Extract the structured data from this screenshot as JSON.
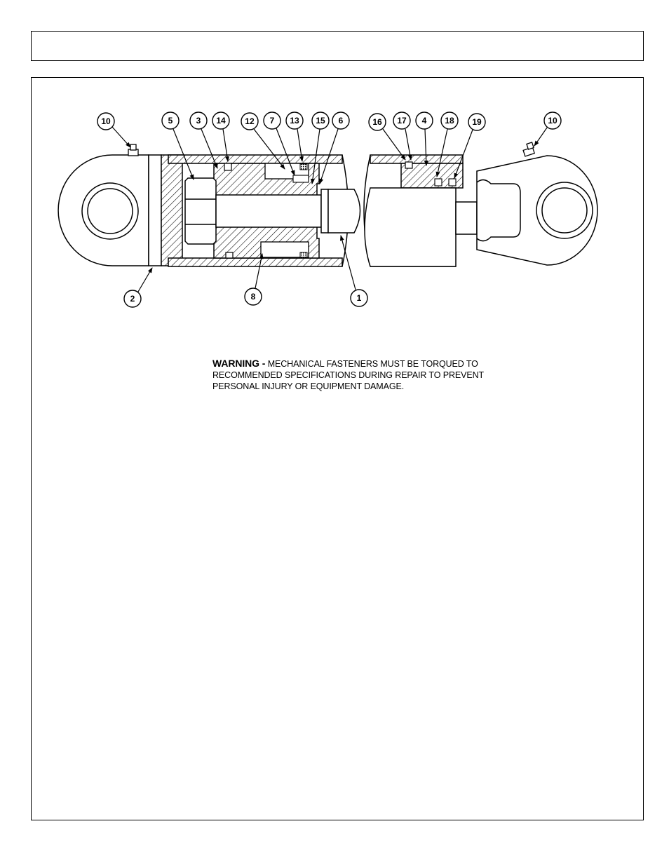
{
  "header": {
    "title": ""
  },
  "diagram": {
    "callouts": {
      "c10a": "10",
      "c5": "5",
      "c3": "3",
      "c14": "14",
      "c12": "12",
      "c7": "7",
      "c13": "13",
      "c15": "15",
      "c6": "6",
      "c16": "16",
      "c17": "17",
      "c4": "4",
      "c18": "18",
      "c19": "19",
      "c10b": "10",
      "c2": "2",
      "c8": "8",
      "c1": "1"
    }
  },
  "warning": {
    "lead": "WARNING -",
    "line1": "MECHANICAL FASTENERS MUST BE TORQUED TO",
    "line2": "RECOMMENDED SPECIFICATIONS DURING REPAIR TO PREVENT",
    "line3": "PERSONAL INJURY OR EQUIPMENT DAMAGE."
  }
}
